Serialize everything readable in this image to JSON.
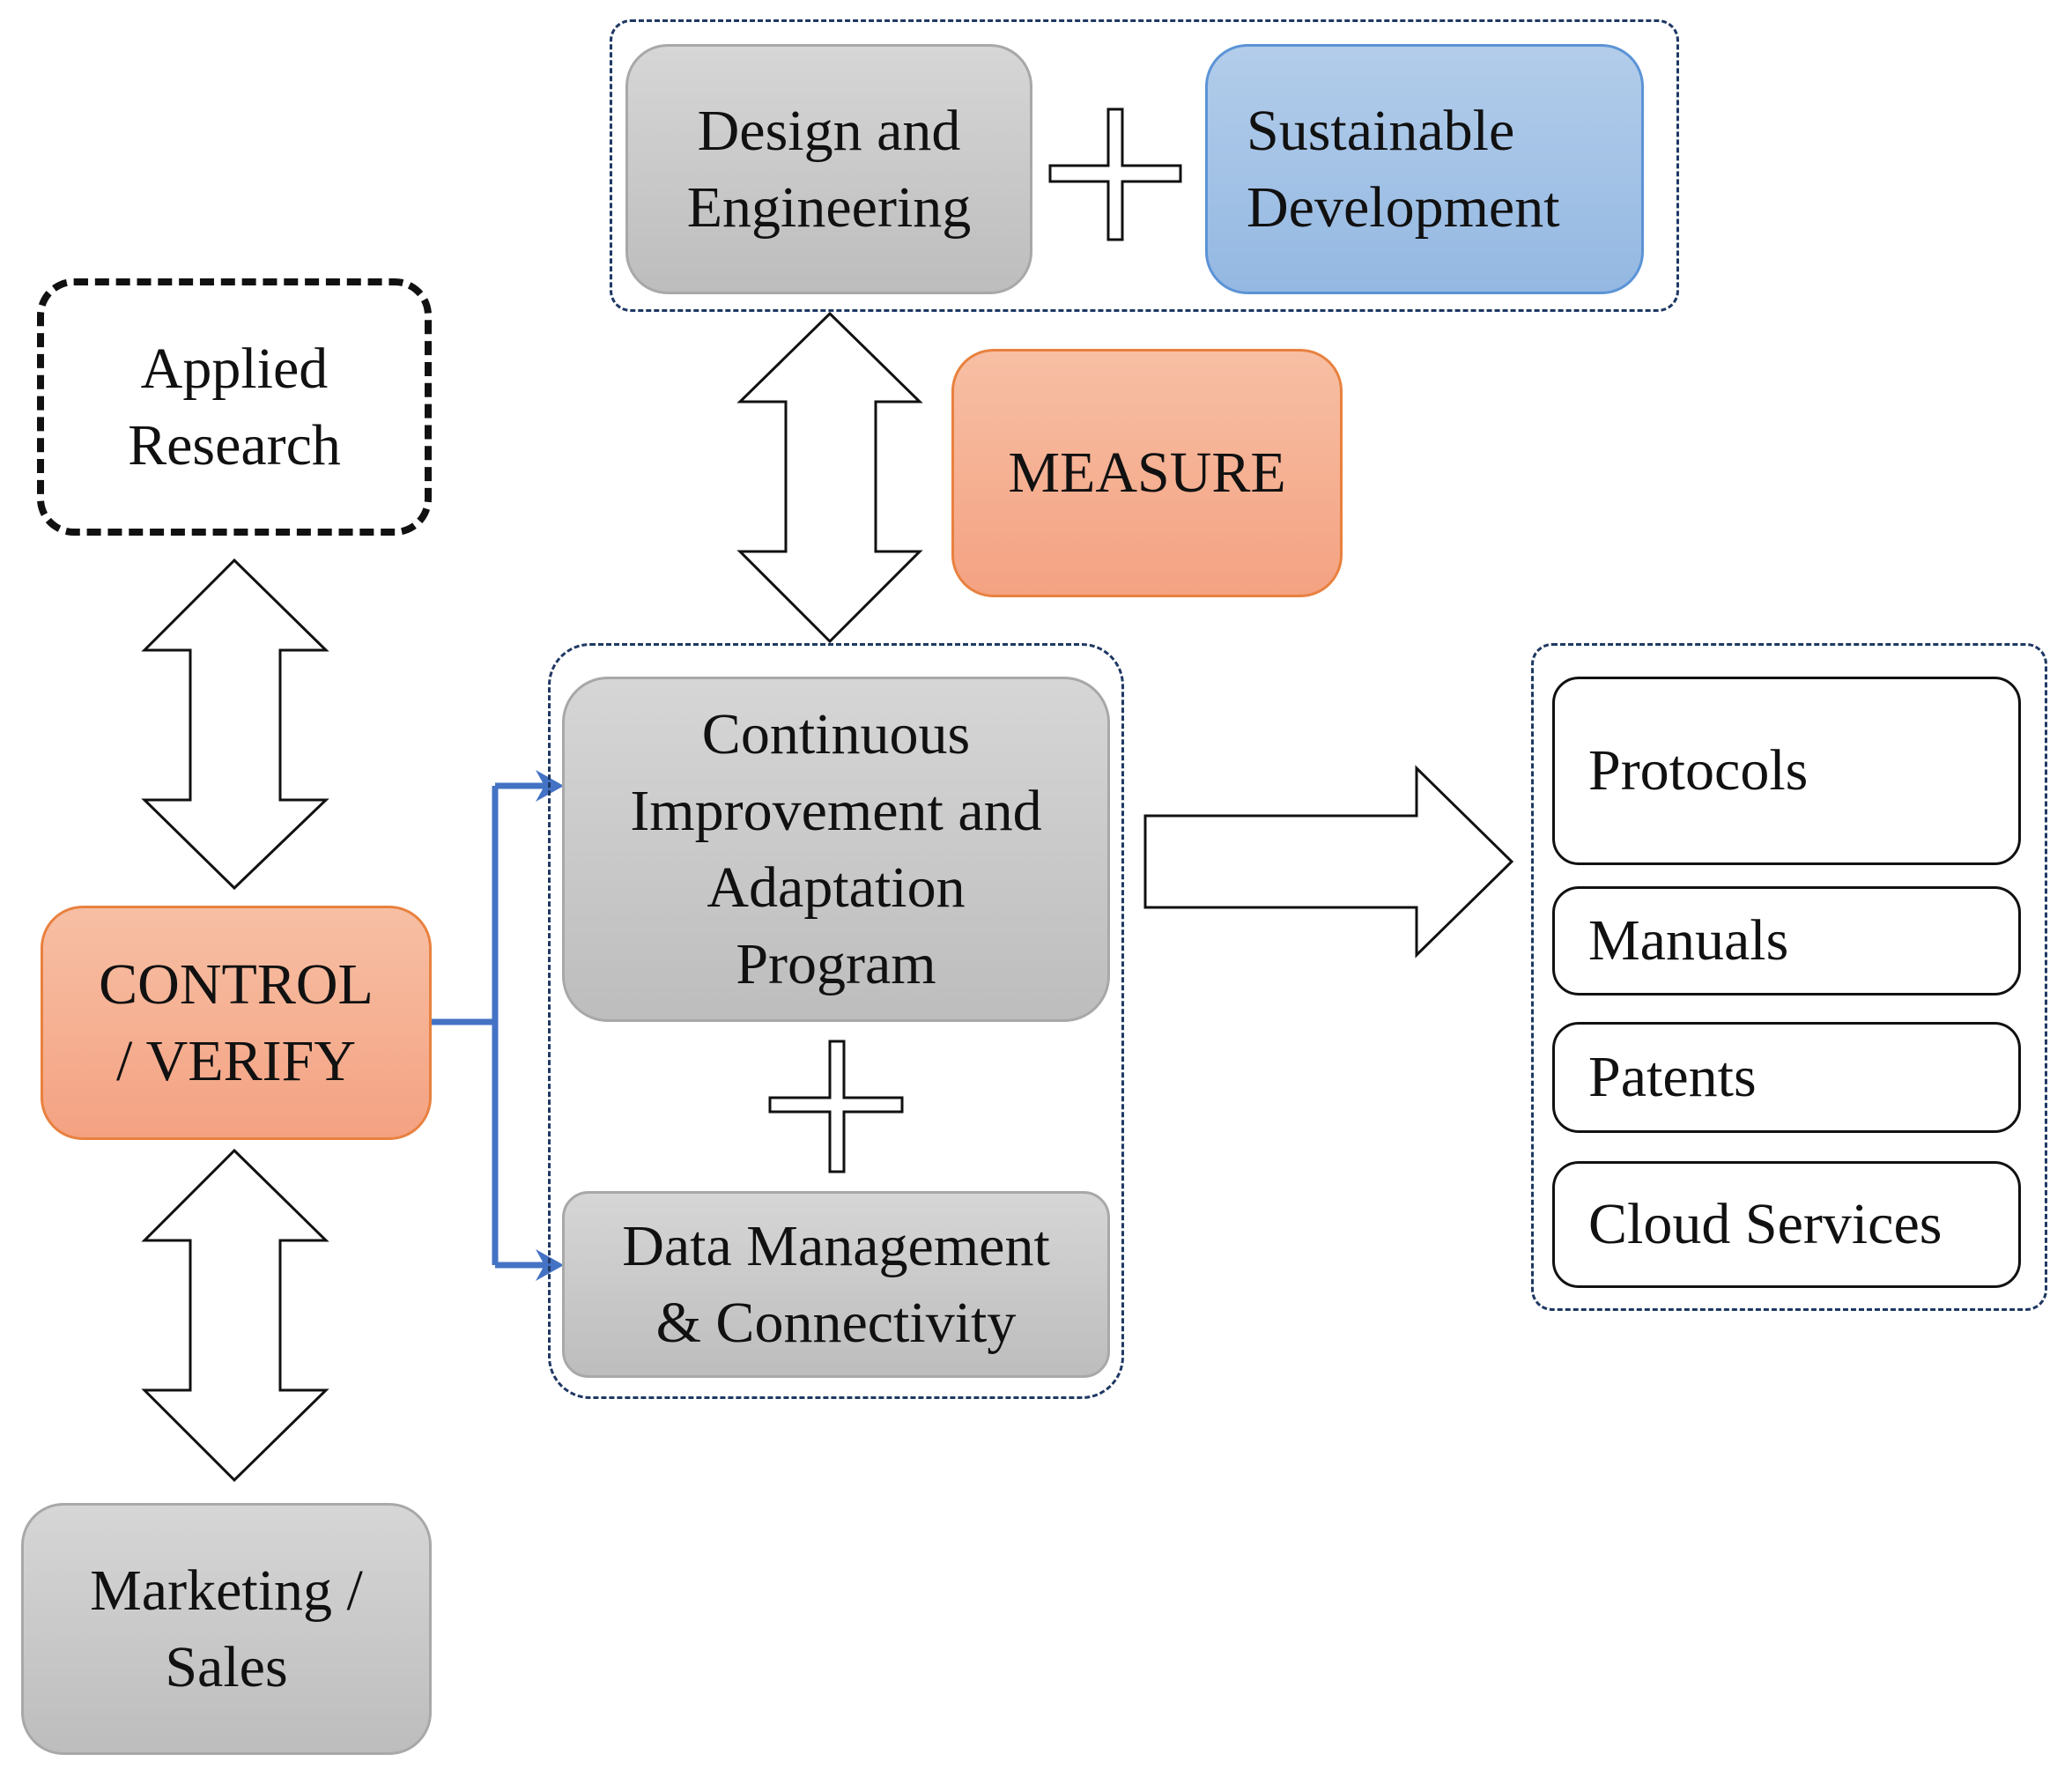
{
  "colors": {
    "gray_fill": "#c9c9c9",
    "orange_fill": "#f5ae8e",
    "orange_border": "#e8813f",
    "blue_fill": "#a3c2e6",
    "blue_border": "#5b93d6",
    "connector_blue": "#4472c4",
    "frame_border": "#1f3864"
  },
  "nodes": {
    "design_engineering": {
      "line1": "Design  and",
      "line2": "Engineering"
    },
    "sustainable_development": {
      "line1": "Sustainable",
      "line2": "Development"
    },
    "applied_research": {
      "line1": "Applied",
      "line2": "Research"
    },
    "measure": {
      "label": "MEASURE"
    },
    "control_verify": {
      "line1": "CONTROL",
      "line2": "/ VERIFY"
    },
    "continuous_improvement": {
      "line1": "Continuous",
      "line2": "Improvement and",
      "line3": "Adaptation",
      "line4": "Program"
    },
    "data_management": {
      "line1": "Data Management",
      "line2": "& Connectivity"
    },
    "marketing_sales": {
      "line1": "Marketing /",
      "line2": "Sales"
    }
  },
  "outputs": {
    "protocols": "Protocols",
    "manuals": "Manuals",
    "patents": "Patents",
    "cloud_services": "Cloud Services"
  },
  "icons": [
    "plus-icon",
    "double-arrow-icon",
    "right-arrow-icon",
    "connector-arrow-icon"
  ]
}
